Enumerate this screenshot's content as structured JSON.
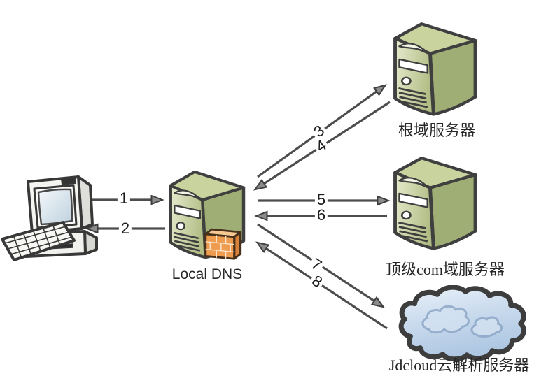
{
  "diagram": {
    "type": "dns-resolution-flow",
    "background": "#ffffff",
    "nodes": {
      "client": {
        "icon": "desktop-computer",
        "label": ""
      },
      "local_dns": {
        "icon": "tower-server-with-firewall",
        "label": "Local DNS"
      },
      "root": {
        "icon": "tower-server",
        "label": "根域服务器"
      },
      "tld_com": {
        "icon": "tower-server",
        "label": "顶级com域服务器"
      },
      "jdcloud": {
        "icon": "cloud",
        "label": "Jdcloud云解析服务器"
      }
    },
    "arrows": [
      {
        "label": "1",
        "from": "client",
        "to": "local_dns",
        "direction": "right"
      },
      {
        "label": "2",
        "from": "local_dns",
        "to": "client",
        "direction": "left"
      },
      {
        "label": "3",
        "from": "local_dns",
        "to": "root",
        "direction": "up-right"
      },
      {
        "label": "4",
        "from": "root",
        "to": "local_dns",
        "direction": "down-left"
      },
      {
        "label": "5",
        "from": "local_dns",
        "to": "tld_com",
        "direction": "right"
      },
      {
        "label": "6",
        "from": "tld_com",
        "to": "local_dns",
        "direction": "left"
      },
      {
        "label": "7",
        "from": "local_dns",
        "to": "jdcloud",
        "direction": "down-right"
      },
      {
        "label": "8",
        "from": "jdcloud",
        "to": "local_dns",
        "direction": "up-left"
      }
    ],
    "colors": {
      "arrow_line": "#4d4d4d",
      "arrowhead_fill": "#8c8c8c",
      "outline": "#3f3f3f",
      "server_front_light": "#e6ebcd",
      "server_front_dark": "#b2bd85",
      "server_side": "#9fae74",
      "server_top": "#c9d39e",
      "firewall_orange": "#ee9c50",
      "cloud_fill_top": "#e3ecf7",
      "cloud_fill_bottom": "#b5cce6",
      "label_text": "#262626"
    }
  }
}
